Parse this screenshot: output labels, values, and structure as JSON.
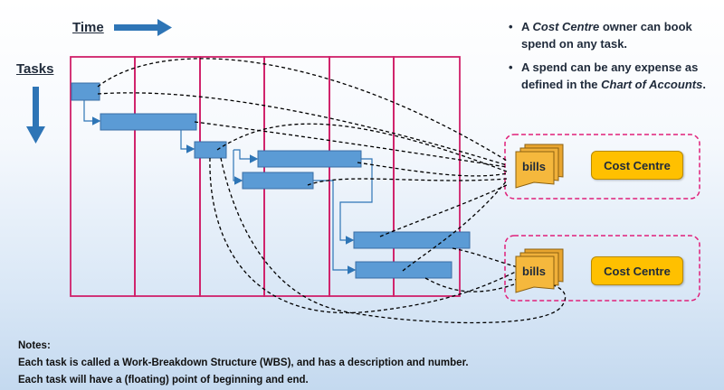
{
  "labels": {
    "time": "Time",
    "tasks": "Tasks"
  },
  "bullets": [
    {
      "pre": "A ",
      "em": "Cost Centre",
      "post": " owner can book spend on any task."
    },
    {
      "pre": "A spend can be any expense as defined in the ",
      "em": "Chart of Accounts",
      "post": "."
    }
  ],
  "bills": [
    "bills",
    "bills"
  ],
  "cost_centres": [
    "Cost Centre",
    "Cost Centre"
  ],
  "notes": {
    "title": "Notes:",
    "line1": "Each task is called a Work-Breakdown Structure (WBS), and has a description and number.",
    "line2": "Each task will have a (floating) point of beginning and end."
  },
  "colors": {
    "grid": "#d0206a",
    "task_bar": "#5b9bd5",
    "arrow": "#2e75b6",
    "group_border": "#e0207a",
    "cost_centre": "#ffc000",
    "bills": "#f5b83d"
  },
  "tasks": [
    {
      "id": "T1"
    },
    {
      "id": "T2"
    },
    {
      "id": "T3"
    },
    {
      "id": "T4"
    },
    {
      "id": "T5"
    },
    {
      "id": "T6"
    },
    {
      "id": "T7"
    }
  ]
}
